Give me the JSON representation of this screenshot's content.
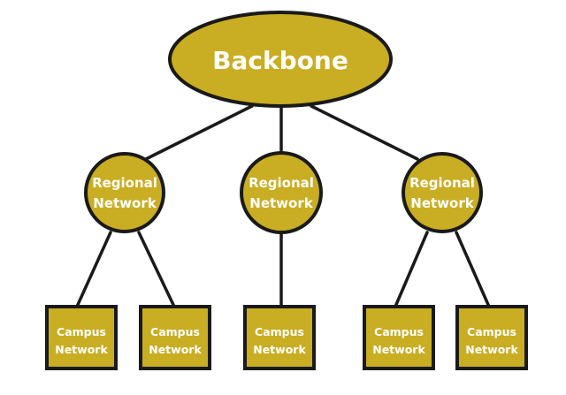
{
  "diagram": {
    "colors": {
      "node_fill": "#c9ad22",
      "outline": "#1a1a1a",
      "text": "#ffffff"
    },
    "backbone": {
      "label": "Backbone"
    },
    "regional": [
      {
        "line1": "Regional",
        "line2": "Network"
      },
      {
        "line1": "Regional",
        "line2": "Network"
      },
      {
        "line1": "Regional",
        "line2": "Network"
      }
    ],
    "campus": [
      {
        "line1": "Campus",
        "line2": "Network"
      },
      {
        "line1": "Campus",
        "line2": "Network"
      },
      {
        "line1": "Campus",
        "line2": "Network"
      },
      {
        "line1": "Campus",
        "line2": "Network"
      },
      {
        "line1": "Campus",
        "line2": "Network"
      }
    ]
  }
}
